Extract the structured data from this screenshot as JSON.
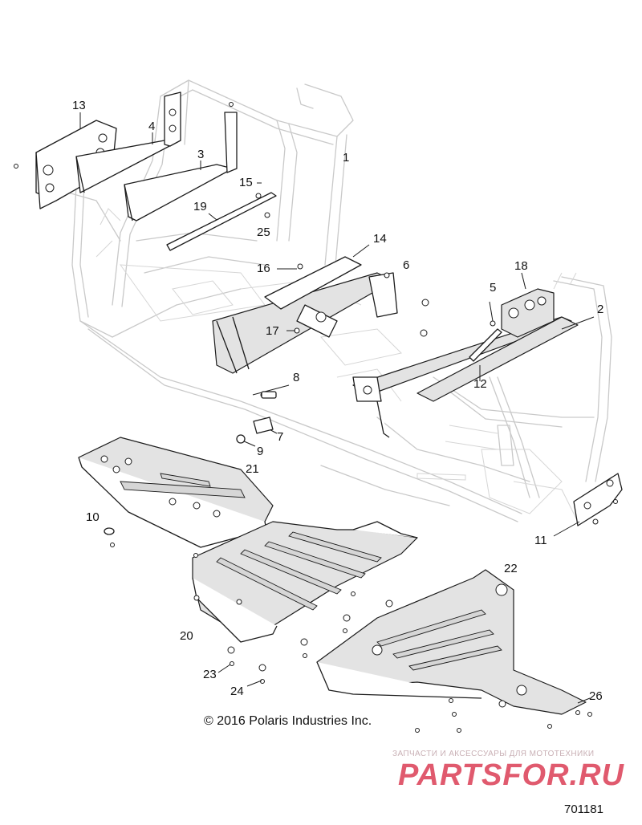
{
  "callouts": {
    "c1": "1",
    "c2": "2",
    "c3": "3",
    "c4": "4",
    "c5": "5",
    "c6": "6",
    "c7": "7",
    "c8": "8",
    "c9": "9",
    "c10": "10",
    "c11": "11",
    "c12": "12",
    "c13": "13",
    "c14": "14",
    "c15": "15",
    "c16": "16",
    "c17": "17",
    "c18": "18",
    "c19": "19",
    "c20": "20",
    "c21": "21",
    "c22": "22",
    "c23": "23",
    "c24": "24",
    "c25": "25",
    "c26": "26"
  },
  "copyright": "© 2016 Polaris Industries Inc.",
  "shop": {
    "tagline": "ЗАПЧАСТИ И АКСЕССУАРЫ ДЛЯ МОТОТЕХНИКИ",
    "logo": "PARTSFOR.RU",
    "logo_color": "#e05a6e"
  },
  "figure_number": "701181"
}
